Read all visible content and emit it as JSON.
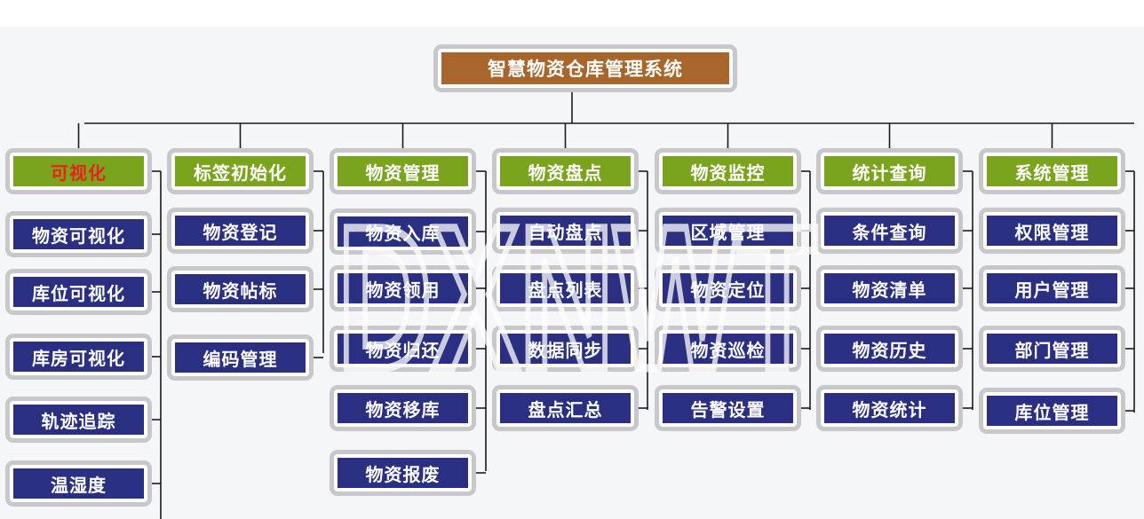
{
  "diagram": {
    "root": {
      "label": "智慧物资仓库管理系统"
    },
    "columns": [
      {
        "header": "可视化",
        "items": [
          "物资可视化",
          "库位可视化",
          "库房可视化",
          "轨迹追踪",
          "温湿度"
        ]
      },
      {
        "header": "标签初始化",
        "items": [
          "物资登记",
          "物资帖标",
          "编码管理"
        ]
      },
      {
        "header": "物资管理",
        "items": [
          "物资入库",
          "物资领用",
          "物资归还",
          "物资移库",
          "物资报废"
        ]
      },
      {
        "header": "物资盘点",
        "items": [
          "自动盘点",
          "盘点列表",
          "数据同步",
          "盘点汇总"
        ]
      },
      {
        "header": "物资监控",
        "items": [
          "区域管理",
          "物资定位",
          "物资巡检",
          "告警设置"
        ]
      },
      {
        "header": "统计查询",
        "items": [
          "条件查询",
          "物资清单",
          "物资历史",
          "物资统计"
        ]
      },
      {
        "header": "系统管理",
        "items": [
          "权限管理",
          "用户管理",
          "部门管理",
          "库位管理"
        ]
      }
    ],
    "watermark": {
      "text": "DXNWT"
    },
    "colors": {
      "root_fill": "#a8662c",
      "header_fill": "#7aa41e",
      "item_fill": "#2b2f82",
      "frame": "#c8c8cc",
      "highlight_text": "#e8231a",
      "connector": "#1a1a1a"
    }
  }
}
